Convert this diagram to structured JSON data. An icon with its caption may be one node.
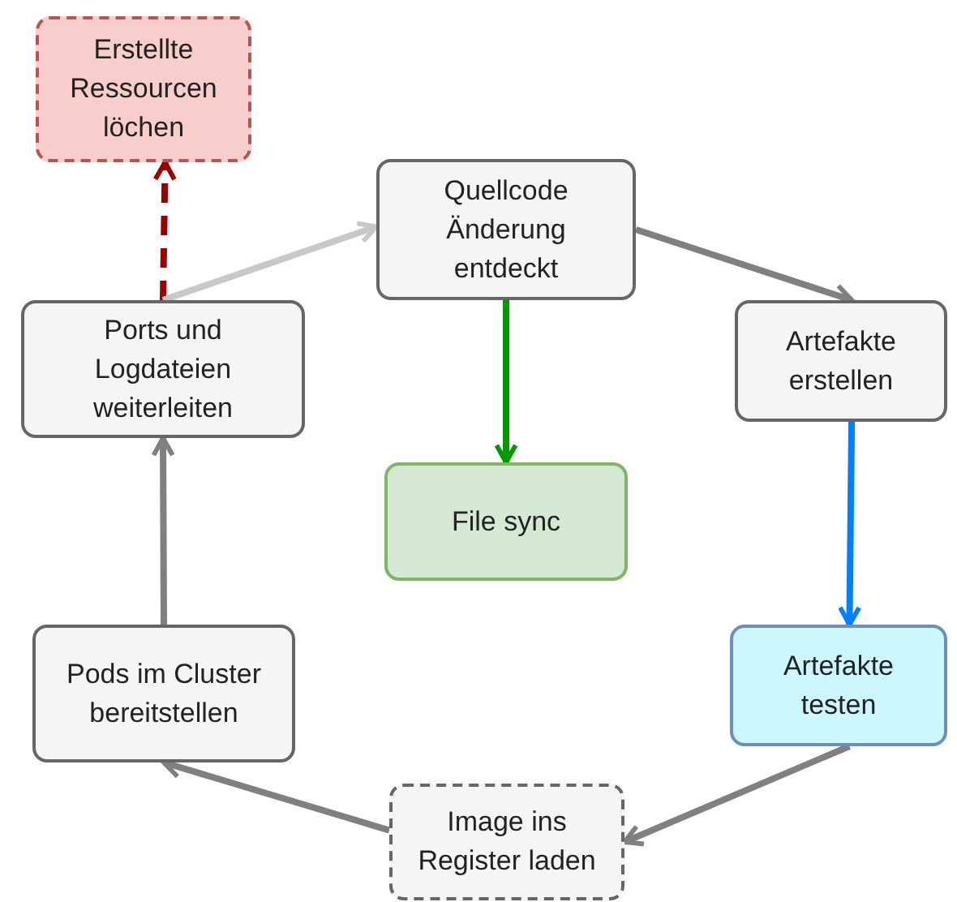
{
  "diagram": {
    "nodes": [
      {
        "text": [
          "Erstellte Ressourcen löchen"
        ]
      },
      {
        "text": [
          "Quellcode Änderung entdeckt"
        ]
      },
      {
        "text": [
          "Ports und Logdateien weiterleiten"
        ]
      },
      {
        "text": [
          "Artefakte erstellen"
        ]
      },
      {
        "text": [
          "File sync"
        ]
      },
      {
        "text": [
          "Pods im Cluster bereitstellen"
        ]
      },
      {
        "text": [
          "Artefakte testen"
        ]
      },
      {
        "text": [
          "Image ins Register laden"
        ]
      }
    ],
    "edges": [
      {
        "from": 2,
        "to": 0,
        "arrow": "to",
        "style": "dashed",
        "color": "#990000"
      },
      {
        "from": 2,
        "to": 1,
        "arrow": "to",
        "color": "#c8c8c8"
      },
      {
        "from": 1,
        "to": 3,
        "arrow": "to"
      },
      {
        "from": 1,
        "to": 4,
        "arrow": "to",
        "color": "#009900"
      },
      {
        "from": 3,
        "to": 6,
        "arrow": "to",
        "color": "#007fff"
      },
      {
        "from": 6,
        "to": 7,
        "arrow": "to"
      },
      {
        "from": 7,
        "to": 5,
        "arrow": "to"
      },
      {
        "from": 5,
        "to": 2,
        "arrow": "to"
      }
    ]
  }
}
